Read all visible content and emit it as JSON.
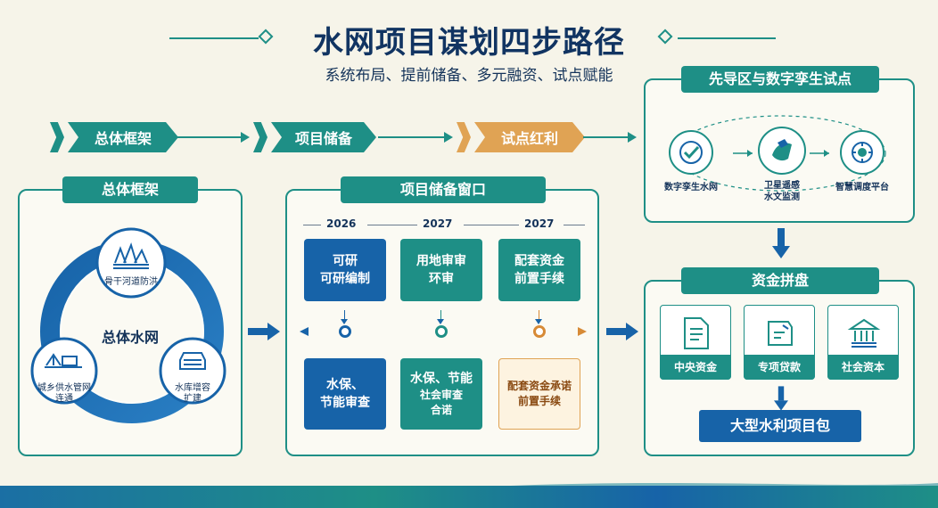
{
  "header": {
    "title": "水网项目谋划四步路径",
    "subtitle": "系统布局、提前储备、多元融资、试点赋能"
  },
  "flow": {
    "step1": "总体框架",
    "step2": "项目储备",
    "step3": "试点红利"
  },
  "framework": {
    "title": "总体框架",
    "center": "总体水网",
    "node_top": "骨干河道防洪",
    "node_left_line1": "城乡供水管网",
    "node_left_line2": "连通",
    "node_right_line1": "水库增容",
    "node_right_line2": "扩建"
  },
  "window": {
    "title": "项目储备窗口",
    "years": [
      "2026",
      "2027",
      "2027"
    ],
    "top_cards": [
      {
        "line1": "可研",
        "line2": "可研编制"
      },
      {
        "line1": "用地审审",
        "line2": "环审"
      },
      {
        "line1": "配套资金",
        "line2": "前置手续"
      }
    ],
    "bottom_cards": [
      {
        "line1": "水保、",
        "line2": "节能审查"
      },
      {
        "line1": "水保、节能",
        "line2": "社会审查",
        "line3": "合诺"
      },
      {
        "line1": "配套资金承诺",
        "line2": "前置手续"
      }
    ]
  },
  "pilot": {
    "title": "先导区与数字孪生试点",
    "items": [
      {
        "label": "数字孪生水网"
      },
      {
        "label_line1": "卫星遥感",
        "label_line2": "水文监测"
      },
      {
        "label": "智慧调度平台"
      }
    ],
    "icons": [
      "check-shield-icon",
      "satellite-map-icon",
      "dispatch-gauge-icon"
    ]
  },
  "funding": {
    "title": "资金拼盘",
    "sources": [
      "中央资金",
      "专项贷款",
      "社会资本"
    ],
    "icons": [
      "document-icon",
      "loan-card-icon",
      "bank-icon"
    ],
    "package": "大型水利项目包"
  },
  "colors": {
    "teal": "#1e8f86",
    "blue": "#1763a8",
    "orange": "#e0a354",
    "navy": "#113462",
    "background": "#f6f4e9"
  }
}
